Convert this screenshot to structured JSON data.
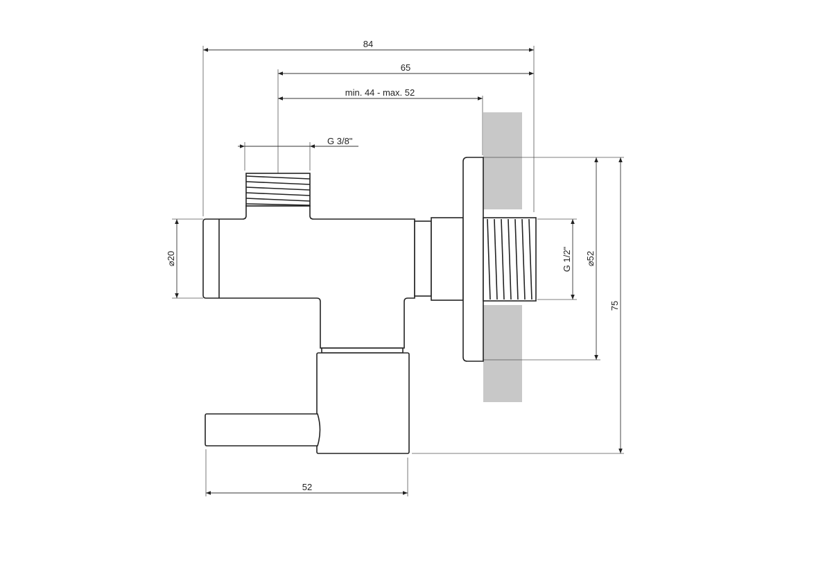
{
  "drawing": {
    "title": "Angle valve dimension drawing",
    "dimensions": {
      "overall_width": "84",
      "to_wall_face": "65",
      "wall_range": "min. 44 - max. 52",
      "top_thread": "G 3/8\"",
      "body_diameter": "⌀20",
      "wall_thread": "G 1/2\"",
      "flange_diameter": "⌀52",
      "overall_height": "75",
      "handle_width": "52"
    },
    "colors": {
      "line": "#222222",
      "wall": "#c8c8c8"
    }
  }
}
